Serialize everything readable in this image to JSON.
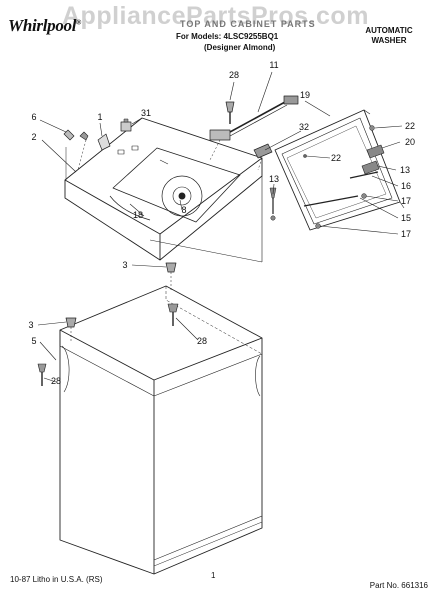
{
  "header": {
    "brand": "Whirlpool",
    "brand_mark": "®",
    "watermark": "AppliancePartsPros.com",
    "title": "TOP AND CABINET PARTS",
    "model_line": "For Models: 4LSC9255BQ1",
    "color_line": "(Designer Almond)",
    "product_line1": "AUTOMATIC",
    "product_line2": "WASHER"
  },
  "footer": {
    "litho": "10-87 Litho in U.S.A. (RS)",
    "page": "1",
    "part_no": "Part No. 661316"
  },
  "callouts": {
    "c28a": "28",
    "c11": "11",
    "c31": "31",
    "c6": "6",
    "c1": "1",
    "c2": "2",
    "c19": "19",
    "c32": "32",
    "c22a": "22",
    "c20": "20",
    "c22b": "22",
    "c13a": "13",
    "c18": "18",
    "c8": "8",
    "c13b": "13",
    "c16": "16",
    "c17a": "17",
    "c15": "15",
    "c17b": "17",
    "c3a": "3",
    "c28b": "28",
    "c3b": "3",
    "c5": "5",
    "c28c": "28"
  }
}
